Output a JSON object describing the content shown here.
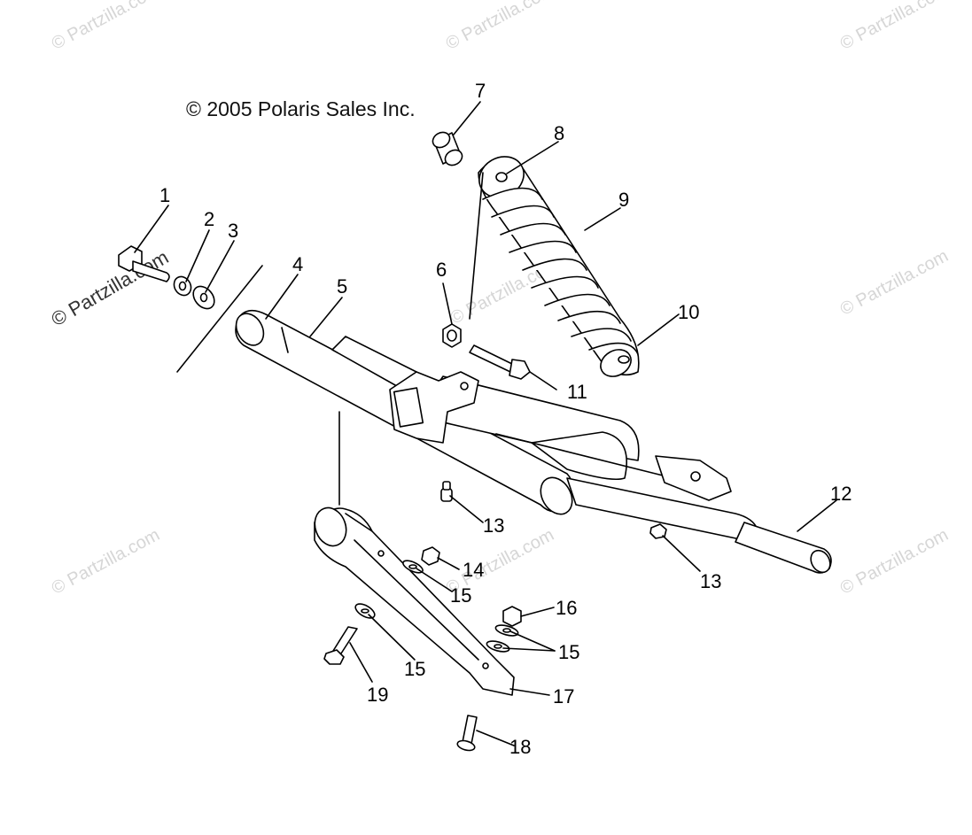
{
  "watermark": "© Partzilla.com",
  "copyright": "© 2005 Polaris Sales Inc.",
  "callouts": [
    {
      "id": "1",
      "label": "1"
    },
    {
      "id": "2",
      "label": "2"
    },
    {
      "id": "3",
      "label": "3"
    },
    {
      "id": "4",
      "label": "4"
    },
    {
      "id": "5",
      "label": "5"
    },
    {
      "id": "6",
      "label": "6"
    },
    {
      "id": "7",
      "label": "7"
    },
    {
      "id": "8",
      "label": "8"
    },
    {
      "id": "9",
      "label": "9"
    },
    {
      "id": "10",
      "label": "10"
    },
    {
      "id": "11",
      "label": "11"
    },
    {
      "id": "12",
      "label": "12"
    },
    {
      "id": "13a",
      "label": "13"
    },
    {
      "id": "13b",
      "label": "13"
    },
    {
      "id": "14",
      "label": "14"
    },
    {
      "id": "15a",
      "label": "15"
    },
    {
      "id": "15b",
      "label": "15"
    },
    {
      "id": "15c",
      "label": "15"
    },
    {
      "id": "16",
      "label": "16"
    },
    {
      "id": "17",
      "label": "17"
    },
    {
      "id": "18",
      "label": "18"
    },
    {
      "id": "19",
      "label": "19"
    }
  ]
}
